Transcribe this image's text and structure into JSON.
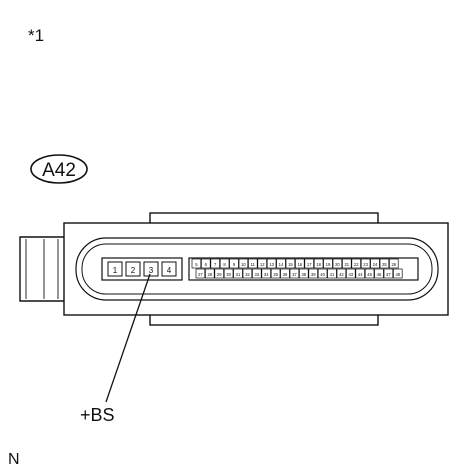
{
  "note": "*1",
  "connector": {
    "code": "A42",
    "large_pins": [
      "1",
      "2",
      "3",
      "4"
    ],
    "small_pins_top": [
      "5",
      "6",
      "7",
      "8",
      "9",
      "10",
      "11",
      "12",
      "13",
      "14",
      "15",
      "16",
      "17",
      "18",
      "19",
      "20",
      "21",
      "22",
      "23",
      "24",
      "25",
      "26"
    ],
    "small_pins_bottom": [
      "27",
      "28",
      "29",
      "30",
      "31",
      "32",
      "33",
      "34",
      "35",
      "36",
      "37",
      "38",
      "39",
      "40",
      "41",
      "42",
      "43",
      "44",
      "45",
      "46",
      "47",
      "48"
    ]
  },
  "terminal_label": "+BS",
  "corner_label": "N"
}
